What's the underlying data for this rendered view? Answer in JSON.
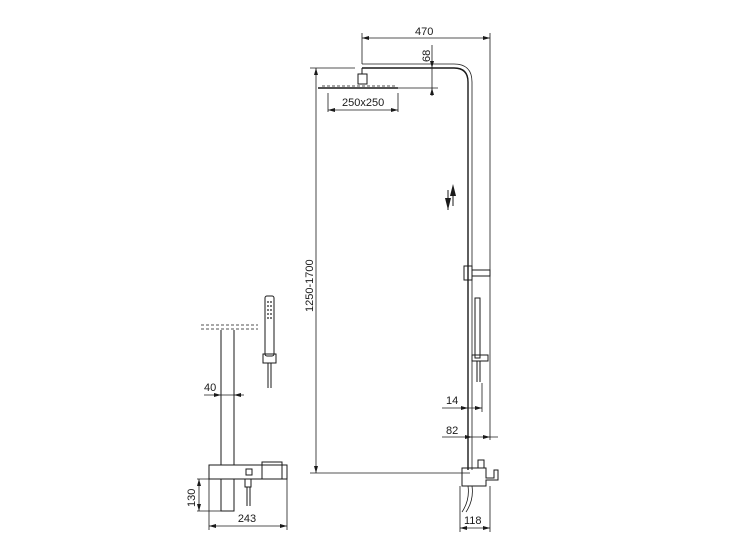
{
  "dimensions": {
    "width_470": "470",
    "offset_68": "68",
    "head_size": "250x250",
    "height_range": "1250-1700",
    "side_40": "40",
    "depth_130": "130",
    "width_243": "243",
    "wall_14": "14",
    "wall_82": "82",
    "base_118": "118"
  },
  "colors": {
    "line": "#1a1a1a",
    "background": "#ffffff"
  }
}
